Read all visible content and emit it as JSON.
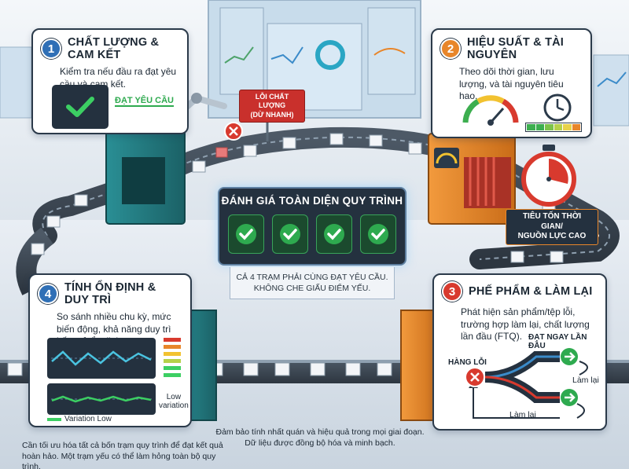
{
  "colors": {
    "blue": "#2f6fb6",
    "orange": "#e8862a",
    "red": "#d83a2e",
    "green": "#2eaa4f",
    "dark_panel": "#24313f"
  },
  "panel1": {
    "number": "1",
    "title": "CHẤT LƯỢNG & CAM KẾT",
    "text": "Kiểm tra nếu đầu ra đạt yêu cầu và cam kết.",
    "status_label": "ĐẠT YÊU CẦU",
    "icon": "check-icon"
  },
  "quality_error_sign": "LỖI CHẤT LƯỢNG\n(DỪ NHANH)",
  "panel2": {
    "number": "2",
    "title": "HIỆU SUẤT & TÀI NGUYÊN",
    "text": "Theo dõi thời gian, lưu lượng, và tài nguyên tiêu hao.",
    "icons": [
      "gauge-icon",
      "clock-icon",
      "stopwatch-icon"
    ],
    "cost_label": "TIÊU TỐN THỜI GIAN/\nNGUỒN LỰC CAO"
  },
  "center": {
    "title": "ĐÁNH GIÁ TOÀN DIỆN QUY TRÌNH",
    "note": "CẢ 4 TRẠM PHẢI CÙNG ĐẠT YÊU CẦU.\nKHÔNG CHE GIẤU ĐIỂM YẾU."
  },
  "panel3": {
    "number": "3",
    "title": "PHẾ PHẨM & LÀM LẠI",
    "text": "Phát hiện sản phẩm/tệp lỗi, trường hợp làm lại, chất lượng lần đầu (FTQ).",
    "defect_label": "HÀNG LỖI",
    "first_pass_label": "ĐẠT NGAY LẦN ĐẦU",
    "rework_label_1": "Làm lại",
    "rework_label_2": "Làm lại"
  },
  "panel4": {
    "number": "4",
    "title": "TÍNH ỔN ĐỊNH & DUY TRÌ",
    "text": "So sánh nhiều chu kỳ, mức biến động, khả năng duy trì kết quả ổn định.",
    "low_variation_right": "Low\nvariation",
    "legend": "Variation Low"
  },
  "bottom": {
    "left": "Cần tối ưu hóa tất cả bốn trạm quy trình để đạt kết quả hoàn hảo. Một trạm yếu có thể làm hỏng toàn bộ quy trình.",
    "center": "Đảm bảo tính nhất quán và hiệu quả trong mọi giai đoạn.\nDữ liệu được đồng bộ hóa và minh bạch."
  }
}
